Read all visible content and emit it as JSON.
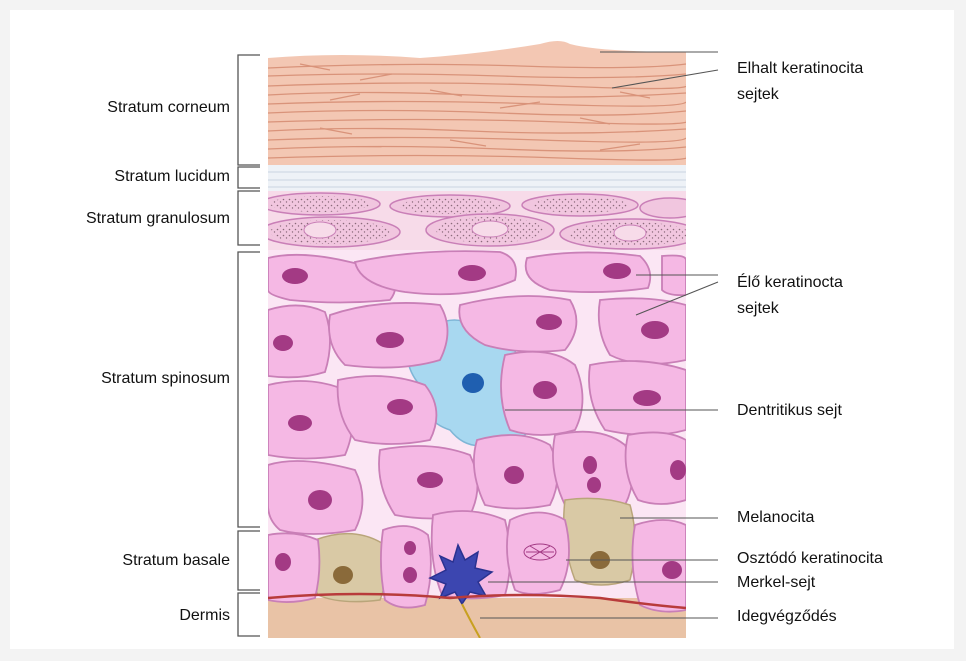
{
  "layers": [
    {
      "id": "corneum",
      "label": "Stratum corneum"
    },
    {
      "id": "lucidum",
      "label": "Stratum lucidum"
    },
    {
      "id": "granulosum",
      "label": "Stratum granulosum"
    },
    {
      "id": "spinosum",
      "label": "Stratum spinosum"
    },
    {
      "id": "basale",
      "label": "Stratum basale"
    },
    {
      "id": "dermis",
      "label": "Dermis"
    }
  ],
  "cells": [
    {
      "id": "dead",
      "label": "Elhalt keratinocita\nsejtek"
    },
    {
      "id": "living",
      "label": "Élő keratinocta\nsejtek"
    },
    {
      "id": "dendritic",
      "label": "Dentritikus sejt"
    },
    {
      "id": "melanocyte",
      "label": "Melanocita"
    },
    {
      "id": "dividing",
      "label": "Osztódó keratinocita"
    },
    {
      "id": "merkel",
      "label": "Merkel-sejt"
    },
    {
      "id": "nerve",
      "label": "Idegvégződés"
    }
  ],
  "colors": {
    "corneum": "#f3c7b3",
    "corneum_line": "#d9937a",
    "lucidum": "#eef2f7",
    "granulosum": "#f1c6df",
    "cell_fill": "#f5b8e4",
    "cell_stroke": "#c97fb7",
    "nucleus": "#a33a84",
    "dendritic": "#a8d8f0",
    "melanocyte": "#d9c9a5",
    "merkel": "#3c46b0",
    "dermis": "#e9c3a6",
    "leader": "#555555"
  }
}
